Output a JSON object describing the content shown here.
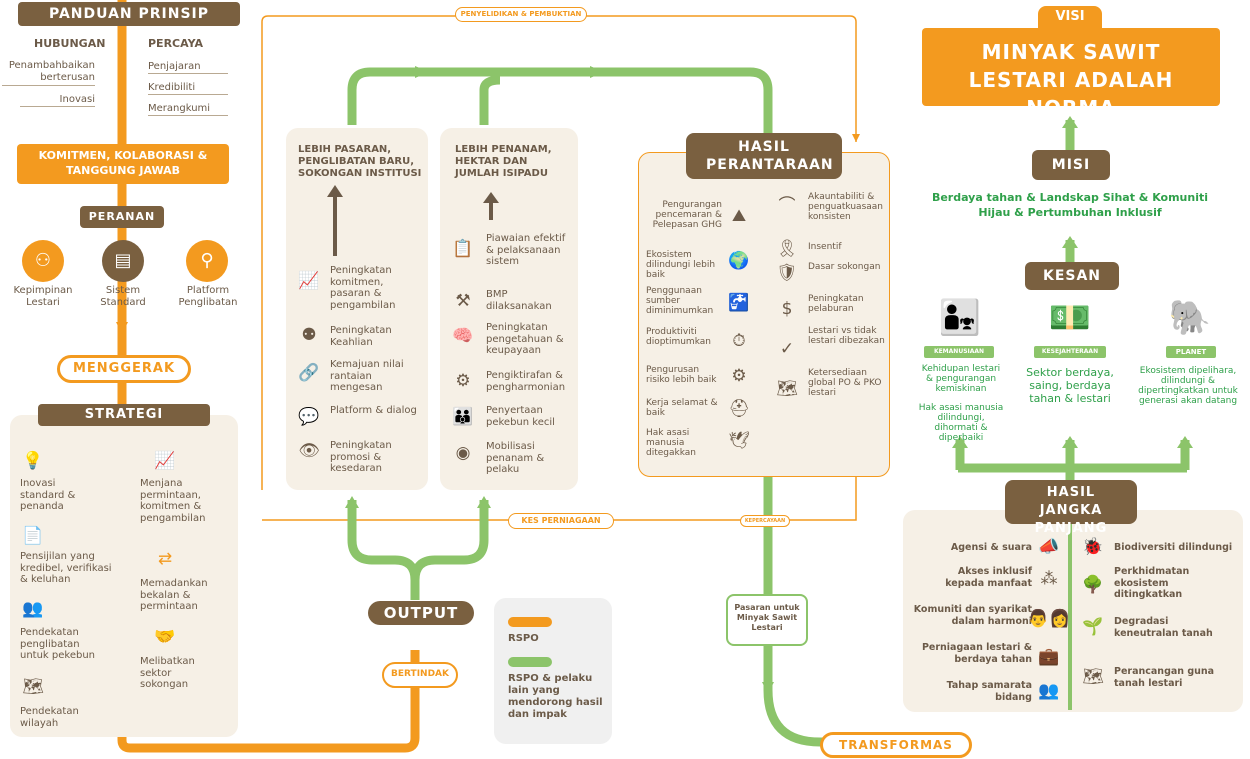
{
  "guiding": {
    "title": "PANDUAN PRINSIP",
    "col1_title": "HUBUNGAN",
    "col1": [
      "Penambahbaikan berterusan",
      "Inovasi"
    ],
    "col2_title": "PERCAYA",
    "col2": [
      "Penjajaran",
      "Kredibiliti",
      "Merangkumi"
    ]
  },
  "commitment": "KOMITMEN, KOLABORASI & TANGGUNG JAWAB",
  "roles": {
    "title": "PERANAN",
    "items": [
      "Kepimpinan Lestari",
      "Sistem Standard",
      "Platform Penglibatan"
    ]
  },
  "enablers": "MENGGERAK",
  "strategy": {
    "title": "STRATEGI",
    "left": [
      "Inovasi standard & penanda",
      "Pensijilan yang kredibel, verifikasi & keluhan",
      "Pendekatan penglibatan untuk pekebun",
      "Pendekatan wilayah"
    ],
    "right": [
      "Menjana permintaan, komitmen & pengambilan",
      "Memadankan bekalan & permintaan",
      "Melibatkan sektor sokongan"
    ]
  },
  "loop": {
    "top": "PENYELIDIKAN & PEMBUKTIAN",
    "bottom_left": "KES PERNIAGAAN",
    "bottom_right": "KEPERCAYAAN"
  },
  "market_box": {
    "title": "LEBIH PASARAN, PENGLIBATAN BARU, SOKONGAN INSTITUSI",
    "items": [
      "Peningkatan komitmen, pasaran & pengambilan",
      "Peningkatan Keahlian",
      "Kemajuan nilai rantaian mengesan",
      "Platform & dialog",
      "Peningkatan promosi & kesedaran"
    ]
  },
  "grower_box": {
    "title": "LEBIH PENANAM, HEKTAR DAN JUMLAH ISIPADU",
    "items": [
      "Piawaian efektif & pelaksanaan sistem",
      "BMP dilaksanakan",
      "Peningkatan pengetahuan & keupayaan",
      "Pengiktirafan & pengharmonian",
      "Penyertaan pekebun kecil",
      "Mobilisasi penanam & pelaku"
    ]
  },
  "output": {
    "title": "OUTPUT",
    "action": "BERTINDAK"
  },
  "legend": {
    "rspo": "RSPO",
    "others": "RSPO & pelaku lain yang mendorong hasil dan impak"
  },
  "intermediate": {
    "title": "HASIL PERANTARAAN",
    "left": [
      "Pengurangan pencemaran & Pelepasan GHG",
      "Ekosistem dilindungi lebih baik",
      "Penggunaan sumber diminimumkan",
      "Produktiviti dioptimumkan",
      "Pengurusan risiko lebih baik",
      "Kerja selamat & baik",
      "Hak asasi manusia ditegakkan"
    ],
    "right": [
      "Akauntabiliti & penguatkuasaan konsisten",
      "Insentif",
      "Dasar sokongan",
      "Peningkatan pelaburan",
      "Lestari vs tidak lestari dibezakan",
      "Ketersediaan global PO & PKO lestari"
    ]
  },
  "market_label": "Pasaran untuk Minyak Sawit Lestari",
  "transformation": "TRANSFORMAS",
  "vision": {
    "title": "VISI",
    "text": "MINYAK SAWIT LESTARI ADALAH NORMA"
  },
  "mission": {
    "title": "MISI",
    "text": "Berdaya tahan & Landskap Sihat & Komuniti Hijau & Pertumbuhan Inklusif"
  },
  "impact": {
    "title": "KESAN",
    "people": {
      "badge": "KEMANUSIAAN",
      "l1": "Kehidupan lestari & pengurangan kemiskinan",
      "l2": "Hak asasi manusia dilindungi, dihormati & diperbaiki"
    },
    "prosperity": {
      "badge": "KESEJAHTERAAN",
      "text": "Sektor berdaya, saing, berdaya tahan & lestari"
    },
    "planet": {
      "badge": "PLANET",
      "text": "Ekosistem dipelihara, dilindungi & dipertingkatkan untuk generasi akan datang"
    }
  },
  "longterm": {
    "title": "HASIL JANGKA PANJANG",
    "left": [
      "Agensi & suara",
      "Akses inklusif kepada manfaat",
      "Komuniti dan syarikat dalam harmoni",
      "Perniagaan lestari & berdaya tahan",
      "Tahap samarata bidang"
    ],
    "right": [
      "Biodiversiti dilindungi",
      "Perkhidmatan ekosistem ditingkatkan",
      "Degradasi keneutralan tanah",
      "Perancangan guna tanah lestari"
    ]
  },
  "colors": {
    "orange": "#f39a1f",
    "green": "#8cc46a",
    "brown": "#7a6040",
    "cream": "#f6f0e6"
  }
}
